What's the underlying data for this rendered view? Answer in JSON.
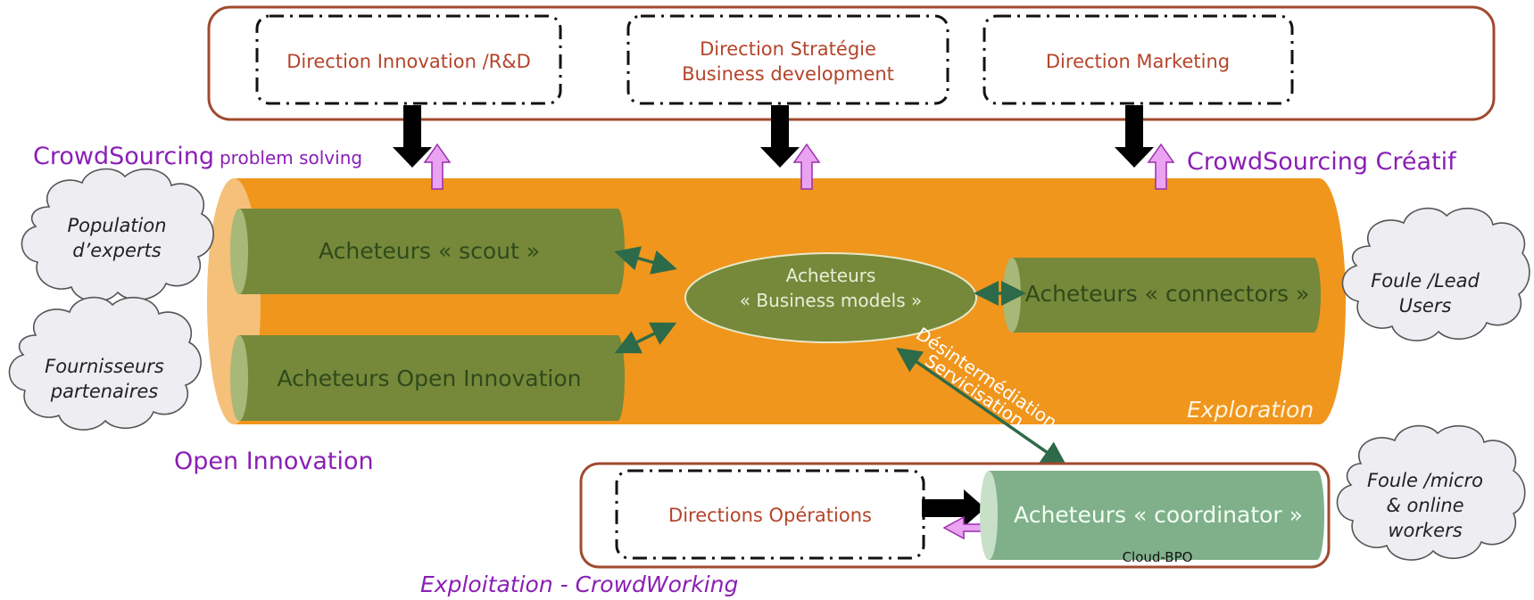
{
  "colors": {
    "orange": "#F0961C",
    "orange_light": "#F5C07A",
    "green_tube": "#76883A",
    "green_light": "#8FA257",
    "green_pale": "#7FB08A",
    "purple": "#8A1FB5",
    "brown": "#B5442A",
    "dark_green_arrow": "#2D6A4A"
  },
  "top_directions": {
    "innovation": "Direction Innovation /R&D",
    "strategie_line1": "Direction Stratégie",
    "strategie_line2": "Business development",
    "marketing": "Direction Marketing"
  },
  "titles": {
    "crowd_problem_main": "CrowdSourcing",
    "crowd_problem_sub": "problem solving",
    "crowd_creatif": "CrowdSourcing Créatif",
    "open_innovation": "Open Innovation",
    "exploration": "Exploration",
    "exploitation": "Exploitation - CrowdWorking"
  },
  "buyers": {
    "scout": "Acheteurs « scout »",
    "open_innovation": "Acheteurs Open Innovation",
    "business_line1": "Acheteurs",
    "business_line2": "« Business models »",
    "connectors": "Acheteurs « connectors »",
    "coordinator": "Acheteurs « coordinator »"
  },
  "clouds": {
    "experts_line1": "Population",
    "experts_line2": "d’experts",
    "fournisseurs_line1": "Fournisseurs",
    "fournisseurs_line2": "partenaires",
    "lead_line1": "Foule /Lead",
    "lead_line2": "Users",
    "micro_line1": "Foule /micro",
    "micro_line2": "& online",
    "micro_line3": "workers"
  },
  "diagonal": {
    "line1": "Désintermédiation",
    "line2": "Servicisation"
  },
  "operations": {
    "label": "Directions Opérations",
    "cloud_bpo": "Cloud-BPO"
  }
}
